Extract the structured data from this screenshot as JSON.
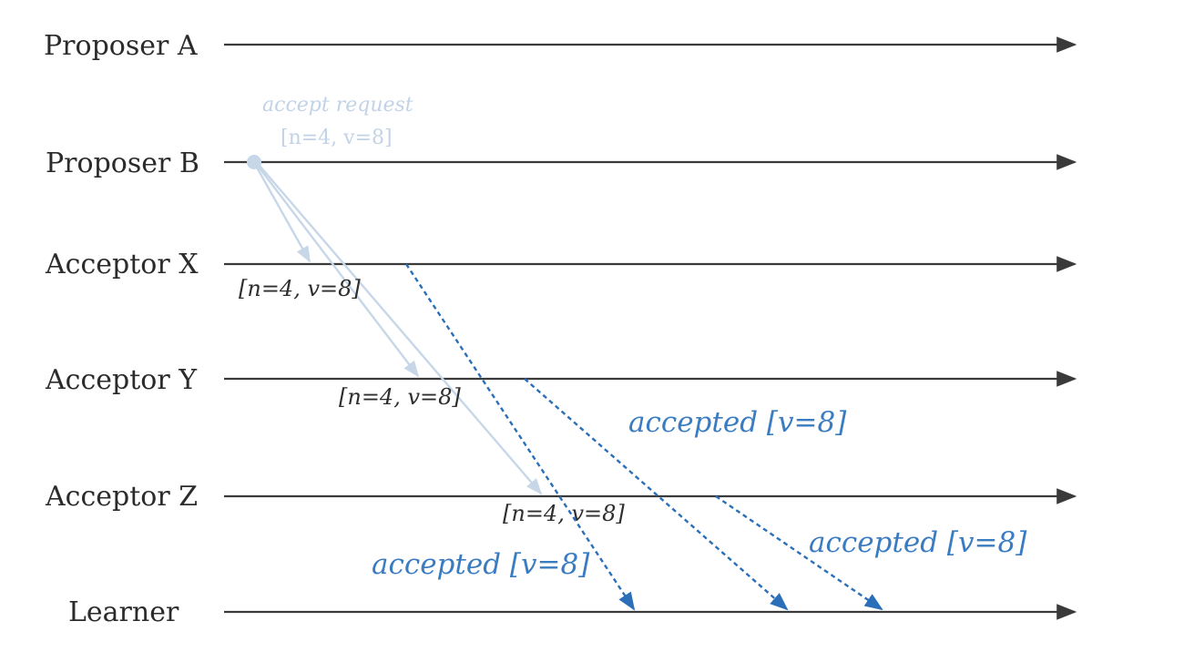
{
  "lanes": [
    {
      "id": "proposer-a",
      "label": "Proposer A"
    },
    {
      "id": "proposer-b",
      "label": "Proposer B"
    },
    {
      "id": "acceptor-x",
      "label": "Acceptor X"
    },
    {
      "id": "acceptor-y",
      "label": "Acceptor Y"
    },
    {
      "id": "acceptor-z",
      "label": "Acceptor Z"
    },
    {
      "id": "learner",
      "label": "Learner"
    }
  ],
  "request": {
    "title": "accept request",
    "payload": "[n=4, v=8]"
  },
  "received_labels": {
    "acceptor_x": "[n=4, v=8]",
    "acceptor_y": "[n=4, v=8]",
    "acceptor_z": "[n=4, v=8]"
  },
  "accepted_labels": {
    "from_x": "accepted [v=8]",
    "from_y": "accepted [v=8]",
    "from_z": "accepted [v=8]"
  },
  "colors": {
    "lane": "#3a3a3a",
    "request": "#c7d7e8",
    "accepted": "#2a6fb8"
  }
}
